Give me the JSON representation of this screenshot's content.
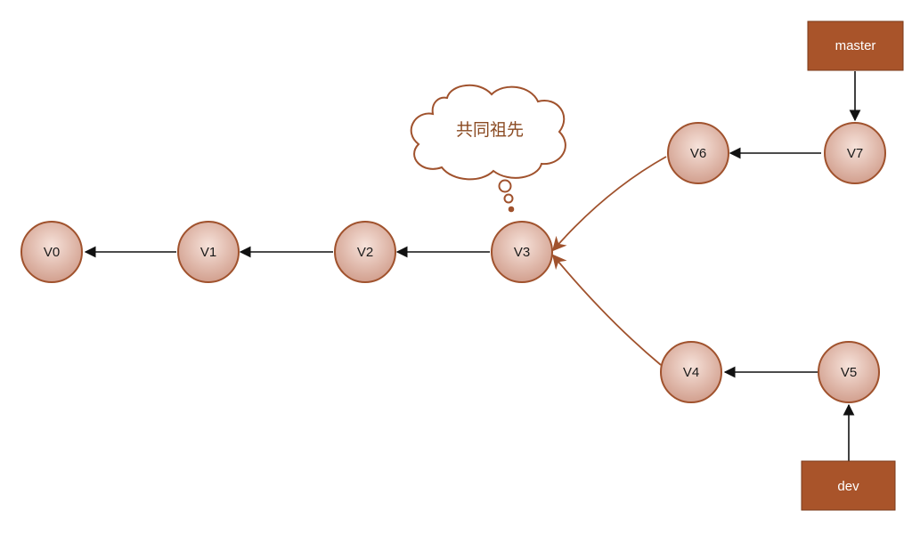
{
  "diagram": {
    "commits": [
      {
        "id": "v0",
        "label": "V0"
      },
      {
        "id": "v1",
        "label": "V1"
      },
      {
        "id": "v2",
        "label": "V2"
      },
      {
        "id": "v3",
        "label": "V3"
      },
      {
        "id": "v4",
        "label": "V4"
      },
      {
        "id": "v5",
        "label": "V5"
      },
      {
        "id": "v6",
        "label": "V6"
      },
      {
        "id": "v7",
        "label": "V7"
      }
    ],
    "branches": [
      {
        "id": "master",
        "label": "master",
        "points_to": "v7"
      },
      {
        "id": "dev",
        "label": "dev",
        "points_to": "v5"
      }
    ],
    "edges": [
      {
        "from": "v1",
        "to": "v0"
      },
      {
        "from": "v2",
        "to": "v1"
      },
      {
        "from": "v3",
        "to": "v2"
      },
      {
        "from": "v7",
        "to": "v6"
      },
      {
        "from": "v6",
        "to": "v3"
      },
      {
        "from": "v5",
        "to": "v4"
      },
      {
        "from": "v4",
        "to": "v3"
      }
    ],
    "annotation": {
      "text": "共同祖先",
      "target": "v3"
    },
    "colors": {
      "node_fill_light": "#f6e2da",
      "node_fill_dark": "#cf9a88",
      "node_stroke": "#a0522d",
      "branch_fill": "#a9542a",
      "merge_edge": "#a0522d",
      "edge": "#111111"
    }
  }
}
